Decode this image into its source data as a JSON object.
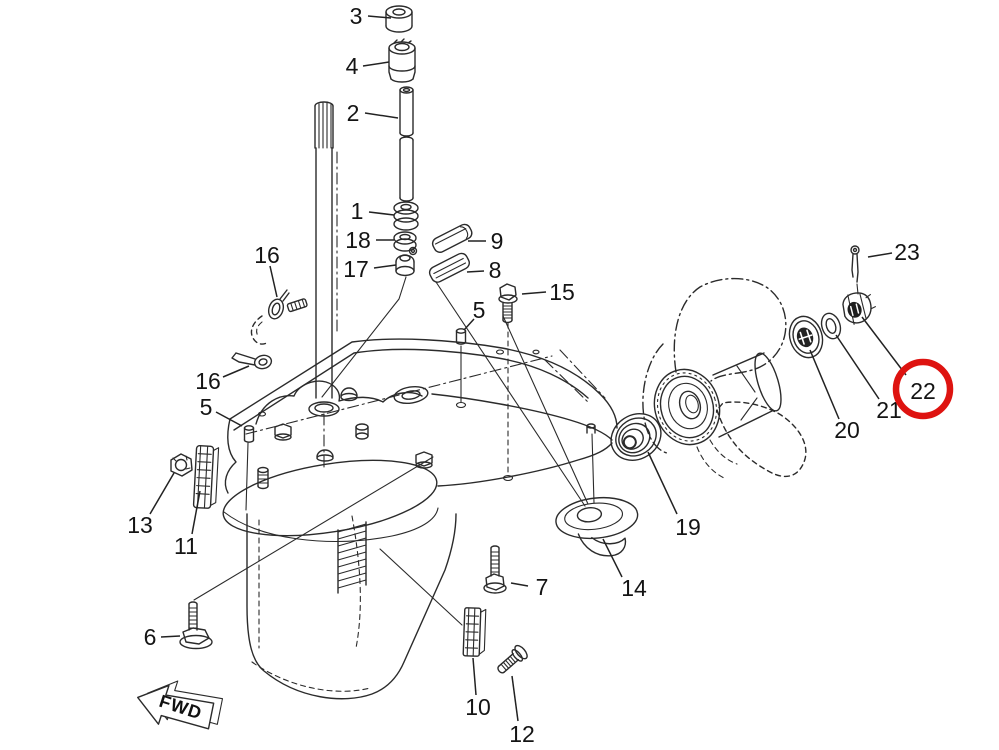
{
  "diagram": {
    "kind": "exploded-parts-diagram",
    "fwd_arrow": {
      "label": "FWD"
    },
    "highlight": {
      "part": "22",
      "color": "#de1310"
    },
    "callouts": [
      {
        "id": "part-3",
        "label": "3"
      },
      {
        "id": "part-4",
        "label": "4"
      },
      {
        "id": "part-2",
        "label": "2"
      },
      {
        "id": "part-1",
        "label": "1"
      },
      {
        "id": "part-18",
        "label": "18"
      },
      {
        "id": "part-17",
        "label": "17"
      },
      {
        "id": "part-9",
        "label": "9"
      },
      {
        "id": "part-8",
        "label": "8"
      },
      {
        "id": "part-15",
        "label": "15"
      },
      {
        "id": "part-16-upper",
        "label": "16"
      },
      {
        "id": "part-16-lower",
        "label": "16"
      },
      {
        "id": "part-5-left",
        "label": "5"
      },
      {
        "id": "part-5-right",
        "label": "5"
      },
      {
        "id": "part-13",
        "label": "13"
      },
      {
        "id": "part-11",
        "label": "11"
      },
      {
        "id": "part-6",
        "label": "6"
      },
      {
        "id": "part-7",
        "label": "7"
      },
      {
        "id": "part-10",
        "label": "10"
      },
      {
        "id": "part-12",
        "label": "12"
      },
      {
        "id": "part-14",
        "label": "14"
      },
      {
        "id": "part-19",
        "label": "19"
      },
      {
        "id": "part-20",
        "label": "20"
      },
      {
        "id": "part-21",
        "label": "21"
      },
      {
        "id": "part-22",
        "label": "22",
        "highlighted": true
      },
      {
        "id": "part-23",
        "label": "23"
      }
    ]
  }
}
